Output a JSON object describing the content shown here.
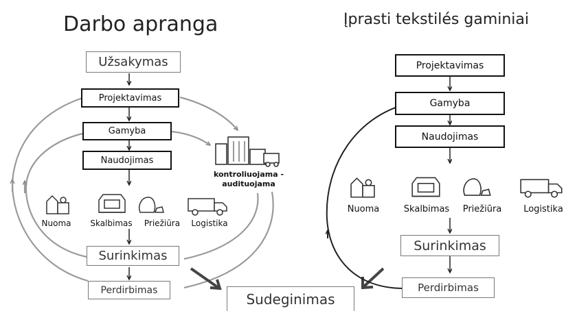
{
  "left": {
    "title": "Darbo apranga",
    "order": "Užsakymas",
    "design": "Projektavimas",
    "production": "Gamyba",
    "use": "Naudojimas",
    "controlled": "kontroliuojama -",
    "audited": "audituojama",
    "services": [
      "Nuoma",
      "Skalbimas",
      "Priežiūra",
      "Logistika"
    ],
    "collection": "Surinkimas",
    "recycling": "Perdirbimas"
  },
  "incineration": "Sudeginimas",
  "right": {
    "title": "Įprasti tekstilés gaminiai",
    "design": "Projektavimas",
    "production": "Gamyba",
    "use": "Naudojimas",
    "services": [
      "Nuoma",
      "Skalbimas",
      "Priežiūra",
      "Logistika"
    ],
    "collection": "Surinkimas",
    "recycling": "Perdirbimas"
  },
  "icons": {
    "rental": "rental-icon",
    "washing": "washing-machine-icon",
    "care": "care-icon",
    "logistics": "truck-icon",
    "factory": "factory-icon"
  },
  "colors": {
    "flow": "#111111",
    "loop": "#9a9a9a",
    "box_thin": "#777777"
  }
}
